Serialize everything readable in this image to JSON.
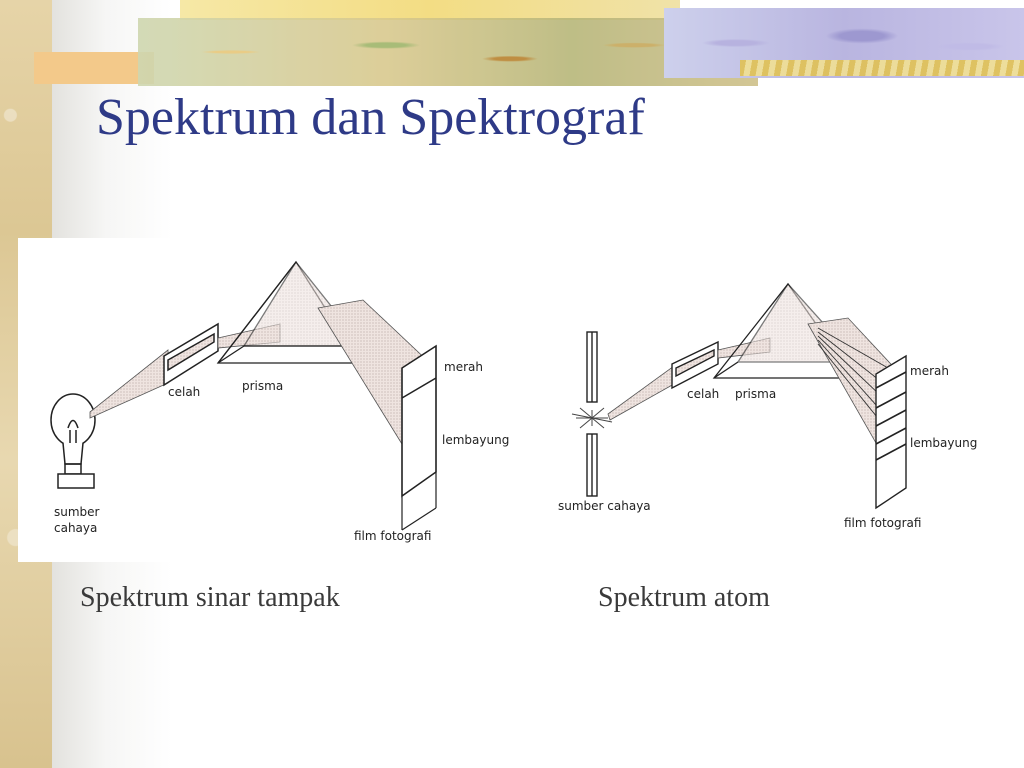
{
  "slide": {
    "title": "Spektrum dan Spektrograf"
  },
  "diagram_left": {
    "labels": {
      "source": [
        "sumber",
        "cahaya"
      ],
      "slit": "celah",
      "prism": "prisma",
      "red": "merah",
      "violet": "lembayung",
      "film": "film fotografi"
    }
  },
  "diagram_right": {
    "labels": {
      "source": "sumber cahaya",
      "slit": "celah",
      "prism": "prisma",
      "red": "merah",
      "violet": "lembayung",
      "film": "film fotografi"
    }
  },
  "captions": {
    "left": "Spektrum sinar tampak",
    "right": "Spektrum atom"
  }
}
